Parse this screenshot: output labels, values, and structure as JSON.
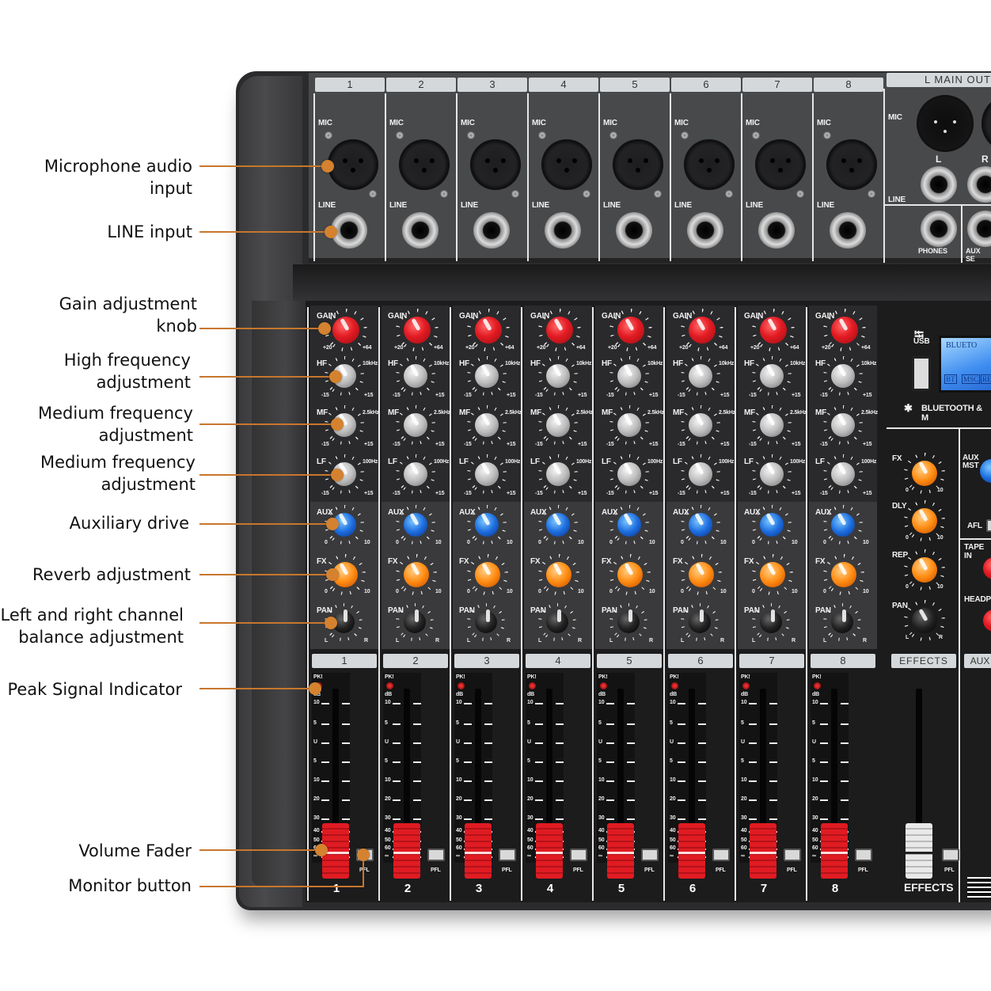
{
  "callouts": [
    {
      "id": "mic-input",
      "text": "Microphone audio input"
    },
    {
      "id": "line-input",
      "text": "LINE input"
    },
    {
      "id": "gain",
      "text": "Gain adjustment\nknob"
    },
    {
      "id": "hf",
      "text": "High frequency\nadjustment"
    },
    {
      "id": "mf",
      "text": "Medium frequency\nadjustment"
    },
    {
      "id": "lf",
      "text": "Medium frequency\nadjustment"
    },
    {
      "id": "aux",
      "text": "Auxiliary drive"
    },
    {
      "id": "fx",
      "text": "Reverb adjustment"
    },
    {
      "id": "pan",
      "text": "Left and right channel\nbalance adjustment"
    },
    {
      "id": "peak",
      "text": "Peak Signal Indicator"
    },
    {
      "id": "fader",
      "text": "Volume Fader"
    },
    {
      "id": "pfl",
      "text": "Monitor button"
    }
  ],
  "accent_color": "#c8762d",
  "channels": [
    "1",
    "2",
    "3",
    "4",
    "5",
    "6",
    "7",
    "8"
  ],
  "input_labels": {
    "mic": "MIC",
    "line": "LINE"
  },
  "main_out": {
    "title": "L  MAIN OUT",
    "mic": "MIC",
    "line": "LINE",
    "left": "L",
    "right": "R",
    "phones": "PHONES",
    "aux_send": "AUX SE"
  },
  "strip_labels": {
    "gain": "GAIN",
    "gain_min": "+20",
    "gain_max": "+64",
    "hf": "HF",
    "hf_freq": "10kHz",
    "mf": "MF",
    "mf_freq": "2.5kHz",
    "lf": "LF",
    "lf_freq": "100Hz",
    "eq_min": "-15",
    "eq_max": "+15",
    "aux": "AUX",
    "fx": "FX",
    "send_min": "0",
    "send_max": "10",
    "pan": "PAN",
    "pan_l": "L",
    "pan_r": "R",
    "peak": "PK!",
    "db": "dB",
    "pfl": "PFL"
  },
  "fader_scale": [
    "10",
    "5",
    "U",
    "5",
    "10",
    "20",
    "30",
    "40",
    "50",
    "60",
    "∞"
  ],
  "effects": {
    "usb": "USB",
    "bluetooth": "BLUETOOTH & M",
    "lcd_title": "BLUETO",
    "lcd_icons": [
      "BT",
      "MSC",
      "REC"
    ],
    "fx": "FX",
    "dly": "DLY",
    "rep": "REP",
    "pan": "PAN",
    "min": "0",
    "max": "10",
    "pan_l": "L",
    "pan_r": "R",
    "label": "EFFECTS",
    "fader_label": "EFFECTS"
  },
  "master": {
    "aux_mst": "AUX\nMST",
    "afl": "AFL",
    "tape_in": "TAPE IN",
    "headphones": "HEADPH",
    "label": "AUX"
  },
  "knob_colors": {
    "gain": "#e31b23",
    "eq": "#bdbdbd",
    "aux": "#1e6fe0",
    "fx": "#ff8c12",
    "pan": "#222222"
  }
}
